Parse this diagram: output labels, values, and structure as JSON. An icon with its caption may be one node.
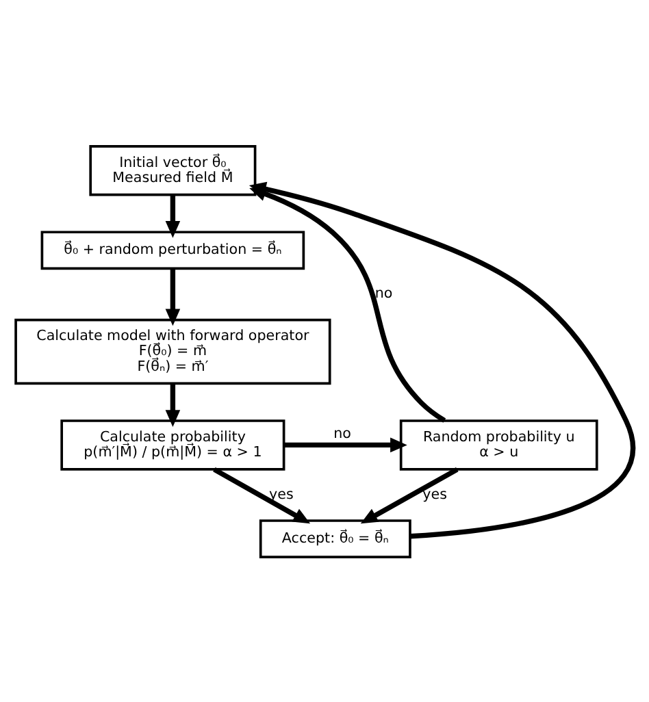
{
  "diagram": {
    "nodes": [
      {
        "text": [
          "Initial vector θ⃗₀",
          "Measured field M⃗"
        ]
      },
      {
        "text": [
          "θ⃗₀ + random perturbation = θ⃗ₙ"
        ]
      },
      {
        "text": [
          "Calculate model with forward operator",
          "F(θ⃗₀) = m⃗",
          "F(θ⃗ₙ) = m⃗′"
        ]
      },
      {
        "text": [
          "Calculate probability",
          "p(m⃗′|M⃗) / p(m⃗|M⃗) = α > 1"
        ]
      },
      {
        "text": [
          "Random probability u",
          "α > u"
        ]
      },
      {
        "text": [
          "Accept: θ⃗₀ = θ⃗ₙ"
        ]
      }
    ],
    "edges": [
      {
        "from": 0,
        "to": 1,
        "arrow": "to"
      },
      {
        "from": 1,
        "to": 2,
        "arrow": "to"
      },
      {
        "from": 2,
        "to": 3,
        "arrow": "to"
      },
      {
        "from": 3,
        "to": 4,
        "arrow": "to",
        "label": "no"
      },
      {
        "from": 3,
        "to": 5,
        "arrow": "to",
        "label": "yes"
      },
      {
        "from": 4,
        "to": 0,
        "arrow": "to",
        "label": "no"
      },
      {
        "from": 4,
        "to": 5,
        "arrow": "to",
        "label": "yes"
      },
      {
        "from": 5,
        "to": 0,
        "arrow": "to"
      }
    ]
  }
}
